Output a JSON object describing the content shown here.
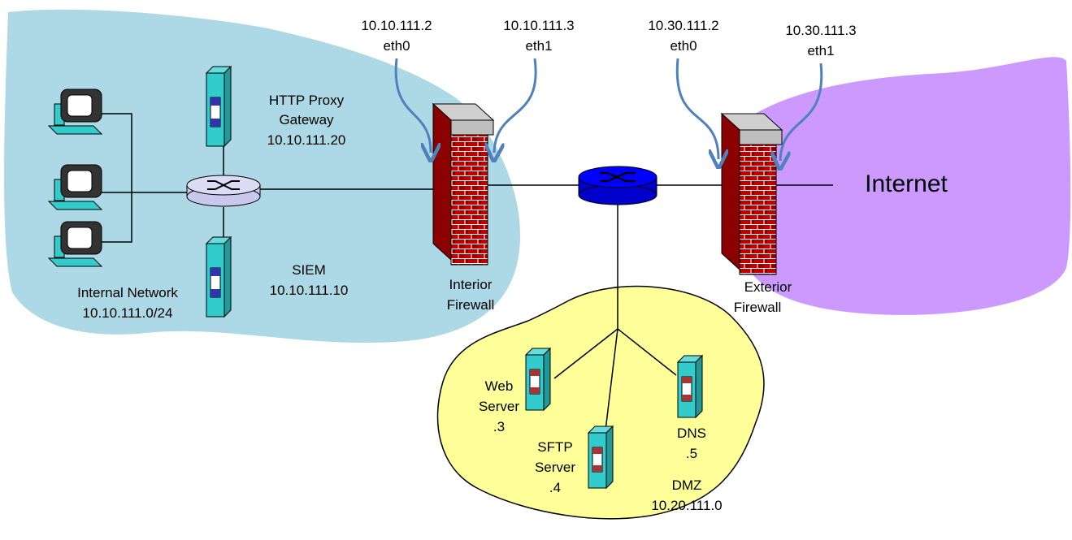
{
  "interfaces": {
    "if1": {
      "ip": "10.10.111.2",
      "name": "eth0"
    },
    "if2": {
      "ip": "10.10.111.3",
      "name": "eth1"
    },
    "if3": {
      "ip": "10.30.111.2",
      "name": "eth0"
    },
    "if4": {
      "ip": "10.30.111.3",
      "name": "eth1"
    }
  },
  "proxy": {
    "line1": "HTTP Proxy",
    "line2": "Gateway",
    "line3": "10.10.111.20"
  },
  "siem": {
    "line1": "SIEM",
    "line2": "10.10.111.10"
  },
  "internal": {
    "line1": "Internal Network",
    "line2": "10.10.111.0/24"
  },
  "interior_fw": {
    "line1": "Interior",
    "line2": "Firewall"
  },
  "exterior_fw": {
    "line1": "Exterior",
    "line2": "Firewall"
  },
  "internet": {
    "label": "Internet"
  },
  "web": {
    "line1": "Web",
    "line2": "Server",
    "line3": ".3"
  },
  "sftp": {
    "line1": "SFTP",
    "line2": "Server",
    "line3": ".4"
  },
  "dns": {
    "line1": "DNS",
    "line2": ".5"
  },
  "dmz": {
    "line1": "DMZ",
    "line2": "10.20.111.0"
  },
  "colors": {
    "internal_zone": "#add8e6",
    "internet_zone": "#cc99ff",
    "dmz_zone": "#ffff99",
    "arrow": "#4f81bd",
    "server": "#33cccc",
    "core_router": "#0000ff",
    "brick": "#c00000"
  }
}
